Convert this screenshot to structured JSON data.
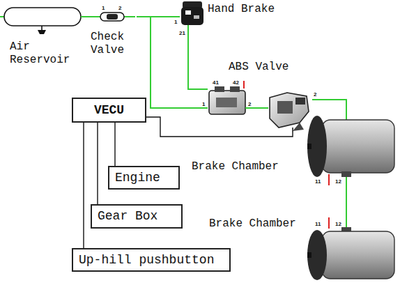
{
  "diagram": {
    "nodes": [
      {
        "text": [
          "Air Reservoir"
        ]
      },
      {
        "text": [
          "Check Valve"
        ]
      },
      {
        "text": [
          "Hand Brake"
        ]
      },
      {
        "text": [
          "ABS Valve"
        ]
      },
      {
        "text": [
          "VECU"
        ]
      },
      {
        "text": [
          "Engine"
        ]
      },
      {
        "text": [
          "Brake Chamber"
        ]
      },
      {
        "text": [
          "Gear Box"
        ]
      },
      {
        "text": [
          "Brake Chamber"
        ]
      },
      {
        "text": [
          "Up-hill pushbutton"
        ]
      }
    ],
    "edges": [
      {
        "from": 0,
        "to": 1,
        "arrow": "none"
      },
      {
        "from": 1,
        "to": 2,
        "arrow": "none"
      },
      {
        "from": 1,
        "to": 3,
        "arrow": "none"
      },
      {
        "from": 2,
        "to": 3,
        "arrow": "none"
      },
      {
        "from": 3,
        "to": 6,
        "arrow": "none"
      },
      {
        "from": 6,
        "to": 8,
        "arrow": "none"
      },
      {
        "from": 4,
        "to": 3,
        "arrow": "none"
      },
      {
        "from": 4,
        "to": 5,
        "arrow": "none"
      },
      {
        "from": 4,
        "to": 7,
        "arrow": "none"
      },
      {
        "from": 4,
        "to": 9,
        "arrow": "none"
      }
    ],
    "labels": [
      "1",
      "2",
      "1",
      "21",
      "41",
      "42",
      "1",
      "2",
      "2",
      "11",
      "12",
      "11",
      "12"
    ]
  }
}
